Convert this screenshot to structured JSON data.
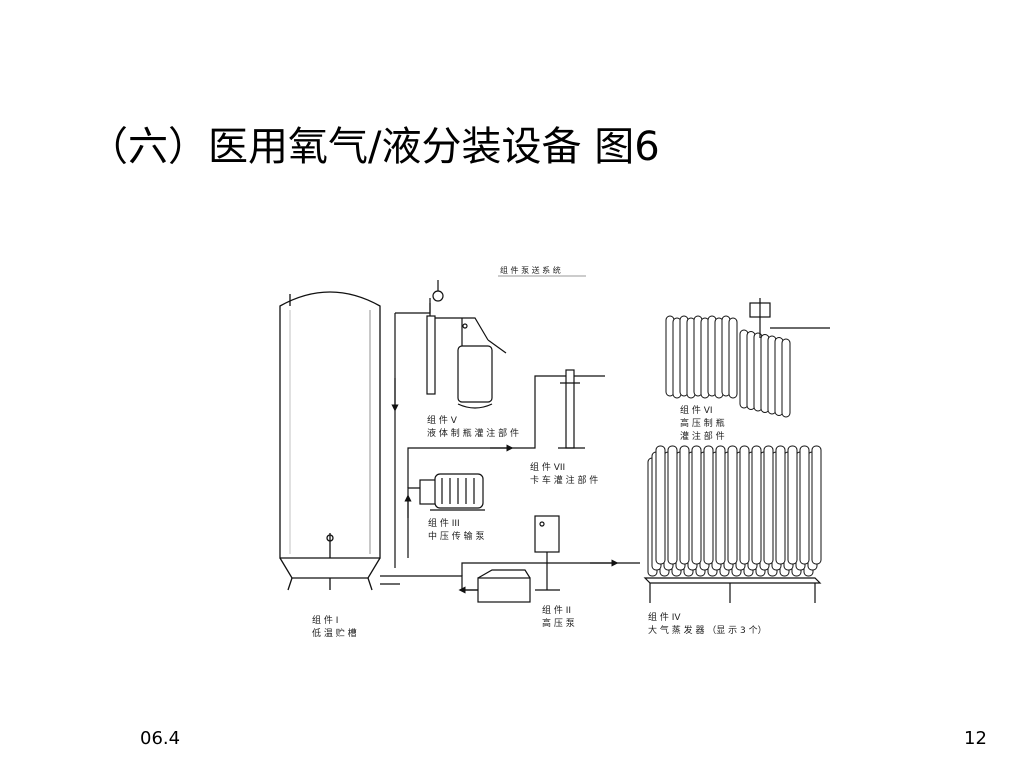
{
  "slide": {
    "title": "（六）医用氧气/液分装设备 图6",
    "footer_date": "06.4",
    "page_number": "12"
  },
  "diagram": {
    "caption": "组 件 泵 送 系 统",
    "components": {
      "c1": {
        "line1": "组 件  I",
        "line2": "低 温 贮 槽"
      },
      "c2": {
        "line1": "组 件  II",
        "line2": "高 压 泵"
      },
      "c3": {
        "line1": "组 件  III",
        "line2": "中 压 传 输 泵"
      },
      "c4": {
        "line1": "组 件  IV",
        "line2": "大 气 蒸 发 器  （显 示 3 个）"
      },
      "c5": {
        "line1": "组 件  V",
        "line2": "液 体 制 瓶 灌 注 部 件"
      },
      "c6": {
        "line1": "组 件  VI",
        "line2": "高 压 制 瓶",
        "line3": "灌 注 部 件"
      },
      "c7": {
        "line1": "组 件  VII",
        "line2": "卡 车 灌 注 部 件"
      }
    }
  }
}
